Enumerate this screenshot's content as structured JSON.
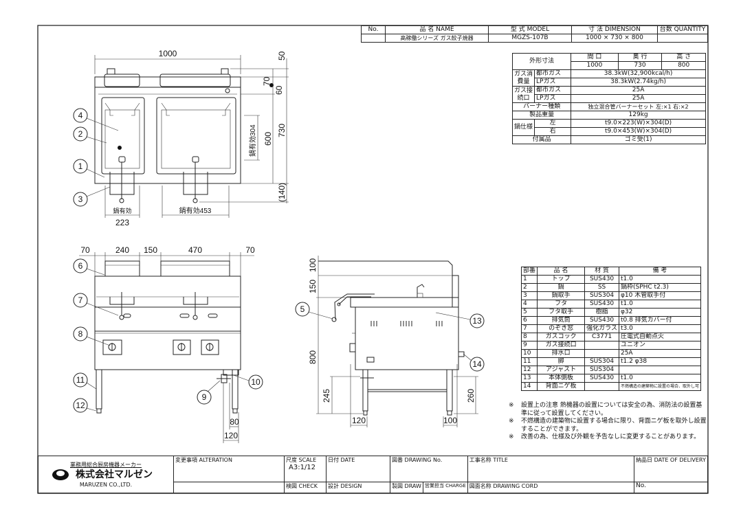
{
  "header": {
    "no_label": "No.",
    "name_label": "品 名 NAME",
    "model_label": "型 式 MODEL",
    "dimension_label": "寸 法 DIMENSION",
    "quantity_label": "台数 QUANTITY",
    "name_value": "高稼働シリーズ ガス餃子焼器",
    "model_value": "MGZS-107B",
    "dimension_value": "1000 × 730 × 800"
  },
  "spec_table": {
    "outer_dim_label": "外形寸法",
    "width_label": "間 口",
    "depth_label": "奥 行",
    "height_label": "高 さ",
    "width": "1000",
    "depth": "730",
    "height": "800",
    "gas_consumption_label": "ガス消費量",
    "gas_connection_label": "ガス接続口",
    "city_gas": "都市ガス",
    "lp_gas": "LPガス",
    "consumption_city": "38.3kW(32,900kcal/h)",
    "consumption_lp": "38.3kW(2.74kg/h)",
    "connection_city": "25A",
    "connection_lp": "25A",
    "burner_label": "バーナー種類",
    "burner_value": "独立混合管バーナーセット 左:×1 右:×2",
    "weight_label": "製品重量",
    "weight_value": "129kg",
    "pot_label": "鍋仕様",
    "left": "左",
    "right": "右",
    "pot_left": "t9.0×223(W)×304(D)",
    "pot_right": "t9.0×453(W)×304(D)",
    "accessory_label": "付属品",
    "accessory_value": "ゴミ受(1)"
  },
  "parts_table": {
    "headers": [
      "部番",
      "品 名",
      "材 質",
      "備 考"
    ],
    "rows": [
      [
        "1",
        "トップ",
        "SUS430",
        "t1.0"
      ],
      [
        "2",
        "鍋",
        "SS",
        "鍋枠(SPHC t2.3)"
      ],
      [
        "3",
        "鍋取手",
        "SUS304",
        "φ10 木管取手付"
      ],
      [
        "4",
        "フタ",
        "SUS430",
        "t1.0"
      ],
      [
        "5",
        "フタ取手",
        "樹脂",
        "φ32"
      ],
      [
        "6",
        "排気筒",
        "SUS430",
        "t0.8 排気カバー付"
      ],
      [
        "7",
        "のぞき窓",
        "強化ガラス",
        "t3.0"
      ],
      [
        "8",
        "ガスコック",
        "C3771",
        "圧電式自動点火"
      ],
      [
        "9",
        "ガス接続口",
        "",
        "ユニオン"
      ],
      [
        "10",
        "排水口",
        "",
        "25A"
      ],
      [
        "11",
        "脚",
        "SUS304",
        "t1.2 φ38"
      ],
      [
        "12",
        "アジャスト",
        "SUS304",
        ""
      ],
      [
        "13",
        "本体側板",
        "SUS430",
        "t1.0"
      ],
      [
        "14",
        "背面ニゲ板",
        "",
        "不燃構造の建築物に設置の場合、取外し可"
      ]
    ]
  },
  "notes": {
    "mark": "※",
    "items": [
      "設置上の注意 熱機器の設置については安全の為、消防法の設置基準に従って設置してください。",
      "不燃構造の建築物に設置する場合に限り、背面ニゲ板を取外し設置することができます。",
      "改善の為、仕様及び外観を予告なしに変更することがあります。"
    ]
  },
  "title_block": {
    "maker_tagline": "業務用総合厨房機器メーカー",
    "logo_text": "株式会社マルゼン",
    "company_en": "MARUZEN CO.,LTD.",
    "alteration": "変更事項 ALTERATION",
    "scale_label": "尺度 SCALE",
    "scale_value": "A3:1/12",
    "date": "日付 DATE",
    "drawing_no": "図番 DRAWING No.",
    "title": "工事名称 TITLE",
    "delivery": "納品日 DATE OF DELIVERY",
    "check": "検図 CHECK",
    "design": "設計 DESIGN",
    "draw": "製図 DRAW",
    "charge": "営業担当 CHARGE",
    "drawing_cord": "図面名称 DRAWING CORD",
    "no": "No."
  },
  "plan_view": {
    "dims": {
      "overall_width": "1000",
      "top_50": "50",
      "top_70": "70",
      "top_60": "60",
      "depth_730": "730",
      "depth_600": "600",
      "pot_depth": "鍋有効304",
      "front_140": "(140)",
      "pot_eff_label": "鍋有効",
      "pot_left_w": "223",
      "pot_right": "鍋有効453"
    },
    "callouts": [
      "4",
      "2",
      "1",
      "3"
    ]
  },
  "front_view": {
    "dims": [
      "70",
      "240",
      "150",
      "470",
      "70"
    ],
    "bottom_dims": {
      "d80": "80",
      "d120": "120"
    },
    "callouts": [
      "6",
      "7",
      "8",
      "11",
      "12",
      "9",
      "10"
    ]
  },
  "side_view": {
    "dims": {
      "d100": "100",
      "d150": "150",
      "d800": "800",
      "d245": "245",
      "d260": "260",
      "d120": "120",
      "d100b": "100"
    },
    "callouts": [
      "5",
      "13",
      "14"
    ]
  }
}
